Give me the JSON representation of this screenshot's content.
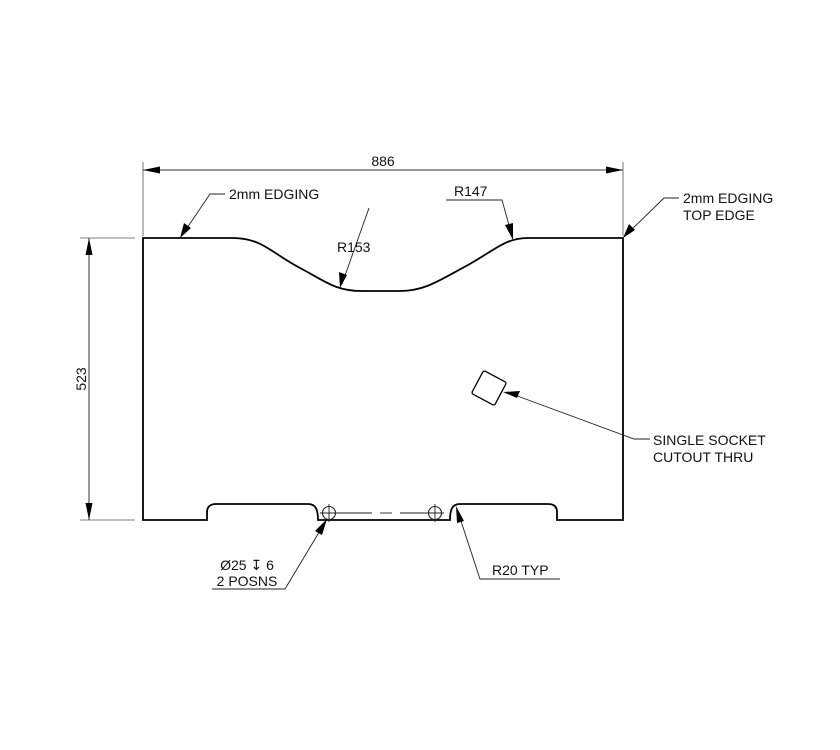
{
  "drawing": {
    "background": "#ffffff",
    "line_color": "#000000",
    "dimensions": {
      "width": "886",
      "height": "523"
    },
    "annotations": {
      "edging_left": "2mm EDGING",
      "edging_right_line1": "2mm EDGING",
      "edging_right_line2": "TOP EDGE",
      "radius_left_curve": "R153",
      "radius_right_curve": "R147",
      "socket_line1": "SINGLE SOCKET",
      "socket_line2": "CUTOUT THRU",
      "holes_line1": "Ø25 ↧ 6",
      "holes_line2": "2 POSNS",
      "notch_radius": "R20 TYP"
    }
  }
}
